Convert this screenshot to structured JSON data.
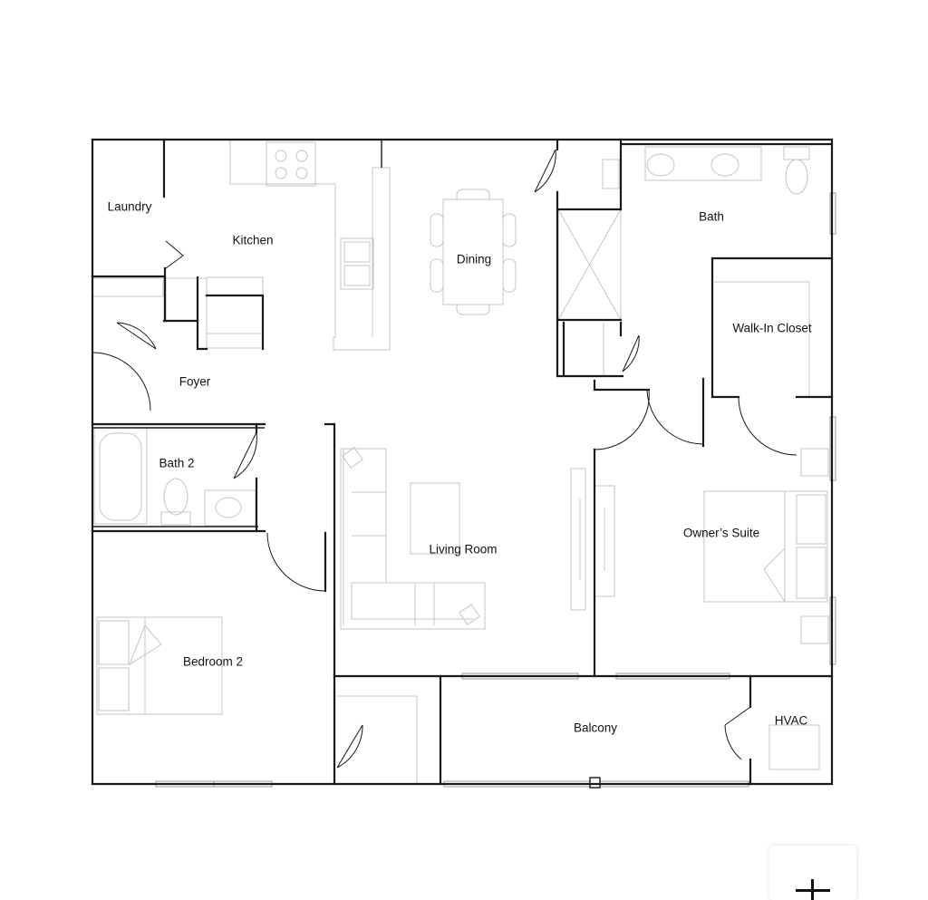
{
  "floorplan": {
    "rooms": {
      "laundry": "Laundry",
      "kitchen": "Kitchen",
      "dining": "Dining",
      "bath": "Bath",
      "walk_in_closet": "Walk-In Closet",
      "foyer": "Foyer",
      "bath2": "Bath 2",
      "living_room": "Living Room",
      "owners_suite": "Owner’s Suite",
      "bedroom2": "Bedroom 2",
      "balcony": "Balcony",
      "hvac": "HVAC"
    }
  },
  "controls": {
    "zoom_icon": "plus-icon"
  }
}
